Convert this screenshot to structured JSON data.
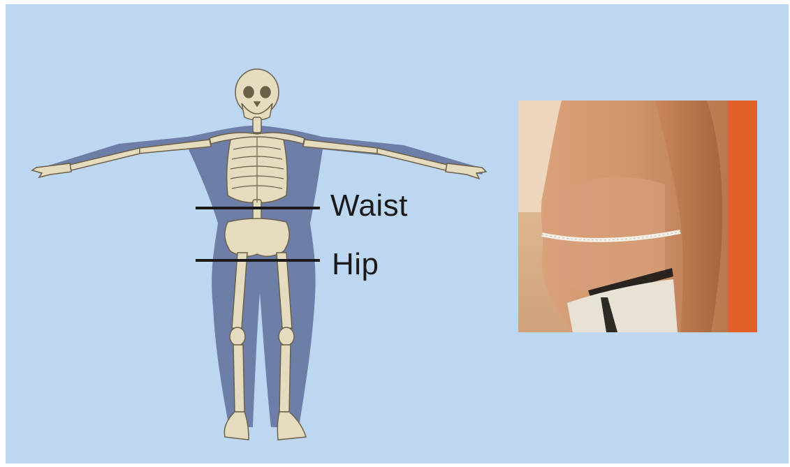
{
  "labels": {
    "waist": "Waist",
    "hip": "Hip"
  },
  "colors": {
    "background": "#bcd7ef",
    "body_silhouette": "#5f6e9c",
    "bone": "#e5dcc0",
    "bone_outline": "#6b6047",
    "marker_line": "#1a1a1a"
  },
  "icons": {
    "skeleton": "skeleton-figure",
    "photo": "abdomen-tape-measure-photo"
  }
}
